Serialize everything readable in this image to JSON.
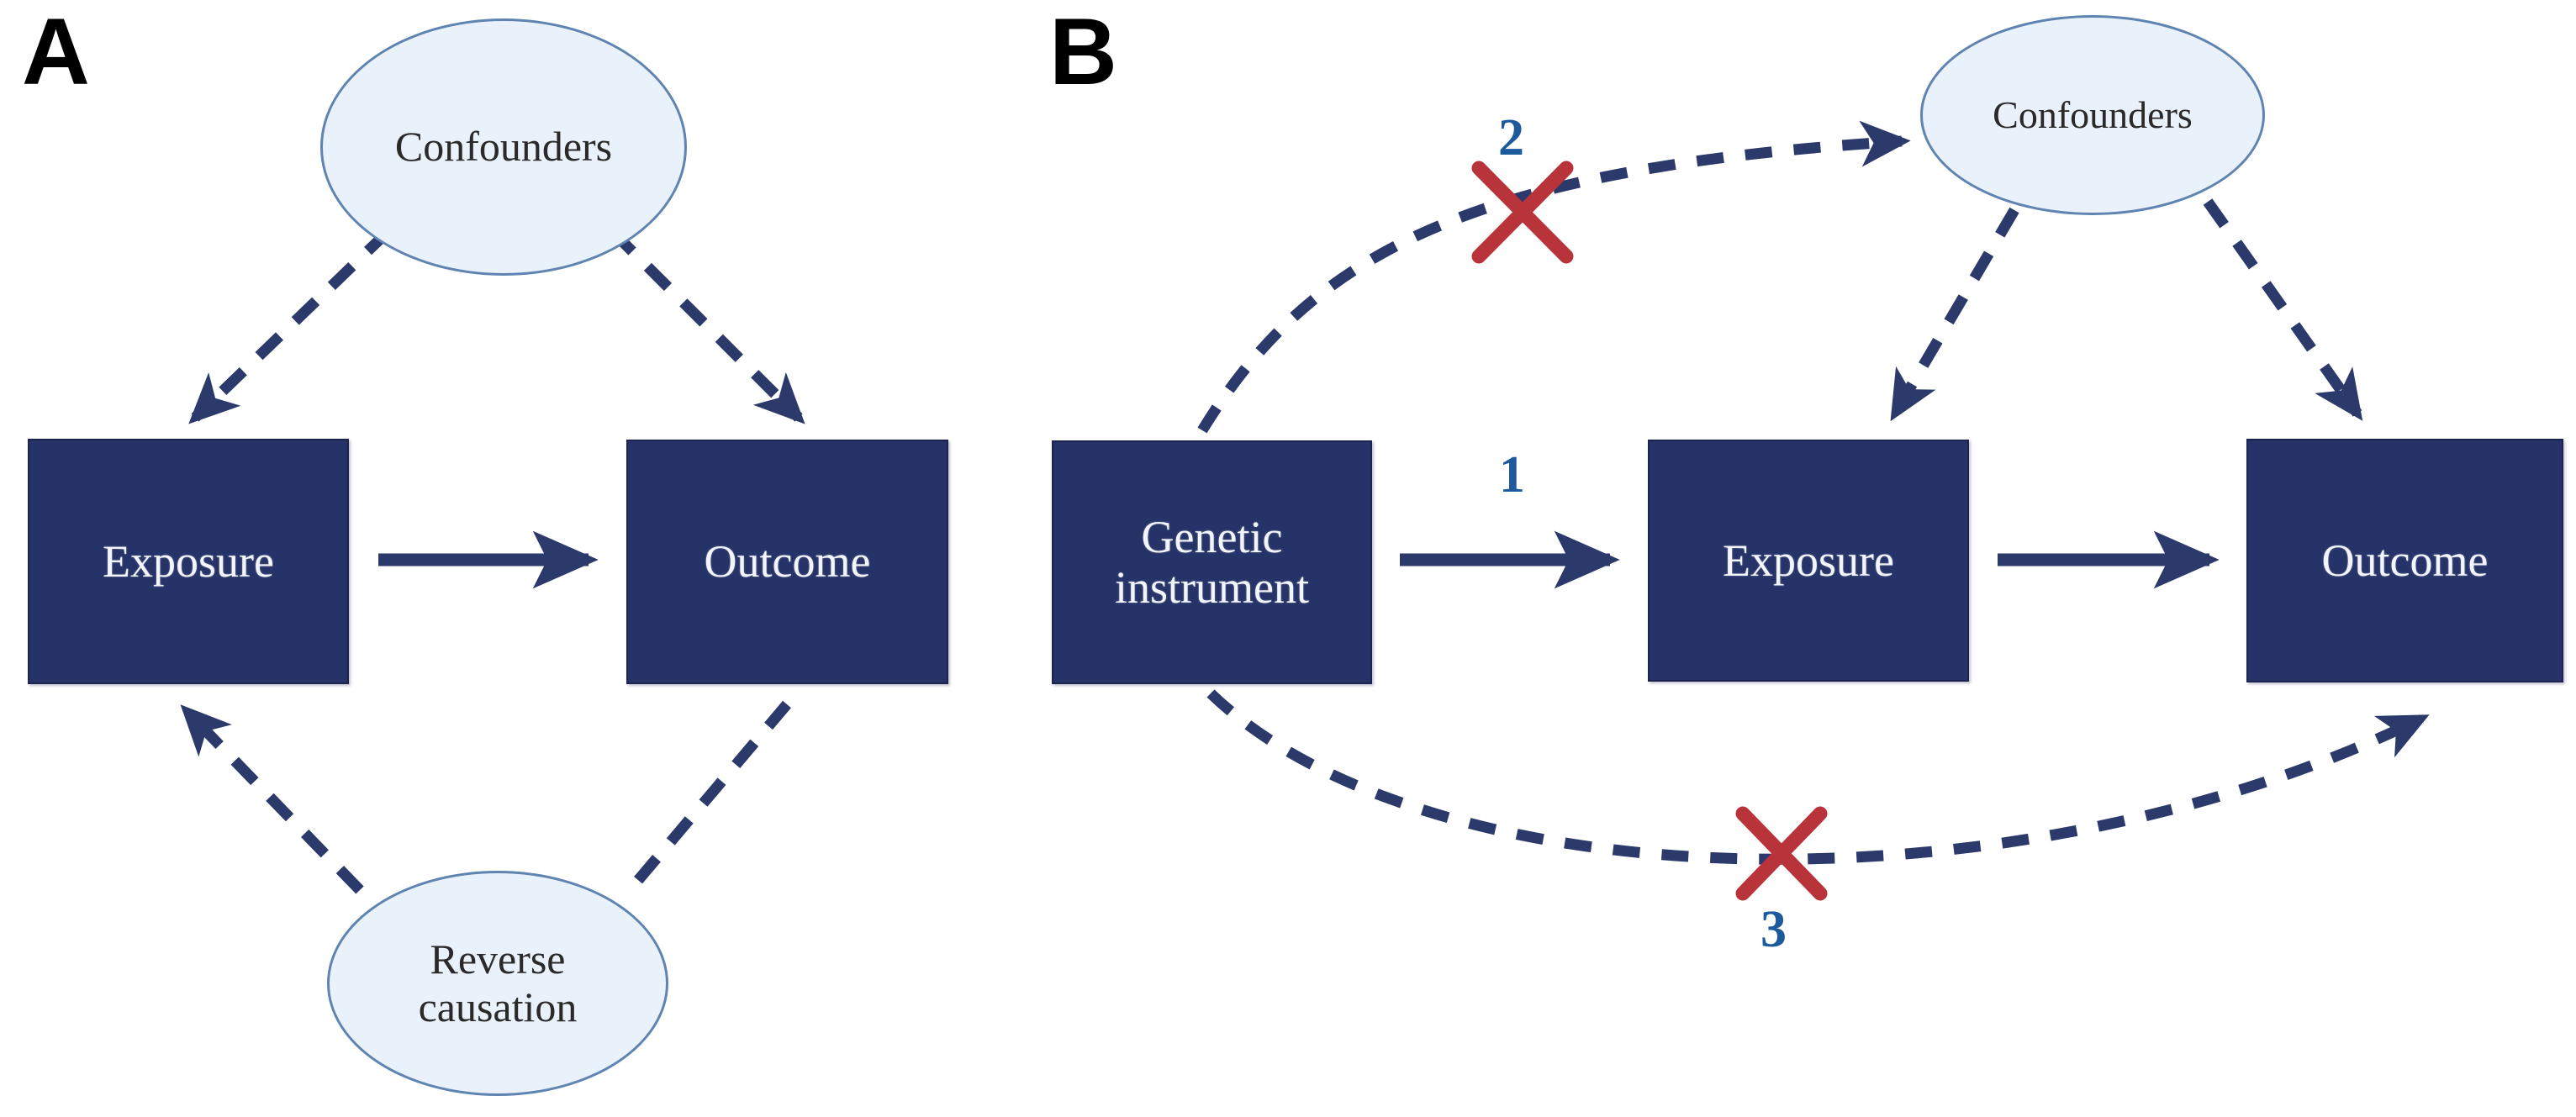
{
  "figure": {
    "type": "diagram",
    "description": "Two-panel causal diagram comparing conventional observational epidemiology (A) with Mendelian randomisation (B)",
    "background_color": "#ffffff"
  },
  "palette": {
    "box_fill": "#253368",
    "box_border": "#1b2450",
    "box_text": "#f2f5fb",
    "ellipse_fill": "#e9f1fa",
    "ellipse_border": "#5f84b1",
    "ellipse_text": "#2a2a2a",
    "arrow_solid": "#2b3a6b",
    "arrow_dashed": "#2b3a6b",
    "cross_red": "#b8333a",
    "number_blue": "#1d5a9c",
    "letter_black": "#000000"
  },
  "panels": [
    {
      "id": "A",
      "letter": "A",
      "nodes": [
        {
          "id": "a-confounders",
          "shape": "ellipse",
          "label": "Confounders"
        },
        {
          "id": "a-exposure",
          "shape": "box",
          "label": "Exposure"
        },
        {
          "id": "a-outcome",
          "shape": "box",
          "label": "Outcome"
        },
        {
          "id": "a-reverse",
          "shape": "ellipse",
          "label": "Reverse\ncausation"
        }
      ],
      "edges": [
        {
          "id": "a-conf-exposure",
          "from": "a-confounders",
          "to": "a-exposure",
          "style": "dashed",
          "arrow": true
        },
        {
          "id": "a-conf-outcome",
          "from": "a-confounders",
          "to": "a-outcome",
          "style": "dashed",
          "arrow": true
        },
        {
          "id": "a-exposure-outcome",
          "from": "a-exposure",
          "to": "a-outcome",
          "style": "solid",
          "arrow": true
        },
        {
          "id": "a-reverse-exposure",
          "from": "a-reverse",
          "to": "a-exposure",
          "style": "dashed",
          "arrow": true
        },
        {
          "id": "a-outcome-reverse",
          "from": "a-outcome",
          "to": "a-reverse",
          "style": "dashed",
          "arrow": false
        }
      ]
    },
    {
      "id": "B",
      "letter": "B",
      "nodes": [
        {
          "id": "b-instrument",
          "shape": "box",
          "label": "Genetic\ninstrument"
        },
        {
          "id": "b-exposure",
          "shape": "box",
          "label": "Exposure"
        },
        {
          "id": "b-outcome",
          "shape": "box",
          "label": "Outcome"
        },
        {
          "id": "b-confounders",
          "shape": "ellipse",
          "label": "Confounders"
        }
      ],
      "edges": [
        {
          "id": "b-instrument-exposure",
          "from": "b-instrument",
          "to": "b-exposure",
          "style": "solid",
          "arrow": true,
          "number": "1",
          "blocked": false
        },
        {
          "id": "b-instrument-confounders",
          "from": "b-instrument",
          "to": "b-confounders",
          "style": "dashed",
          "arrow": true,
          "number": "2",
          "blocked": true
        },
        {
          "id": "b-instrument-outcome",
          "from": "b-instrument",
          "to": "b-outcome",
          "style": "dashed",
          "arrow": true,
          "number": "3",
          "blocked": true
        },
        {
          "id": "b-exposure-outcome",
          "from": "b-exposure",
          "to": "b-outcome",
          "style": "solid",
          "arrow": true
        },
        {
          "id": "b-conf-exposure",
          "from": "b-confounders",
          "to": "b-exposure",
          "style": "dashed",
          "arrow": true
        },
        {
          "id": "b-conf-outcome",
          "from": "b-confounders",
          "to": "b-outcome",
          "style": "dashed",
          "arrow": true
        }
      ],
      "assumption_numbers": [
        "1",
        "2",
        "3"
      ]
    }
  ],
  "labels": {
    "panel_a_letter": "A",
    "panel_b_letter": "B",
    "confounders_a": "Confounders",
    "exposure_a": "Exposure",
    "outcome_a": "Outcome",
    "reverse_causation": "Reverse\ncausation",
    "genetic_instrument": "Genetic\ninstrument",
    "exposure_b": "Exposure",
    "outcome_b": "Outcome",
    "confounders_b": "Confounders",
    "number_1": "1",
    "number_2": "2",
    "number_3": "3"
  }
}
